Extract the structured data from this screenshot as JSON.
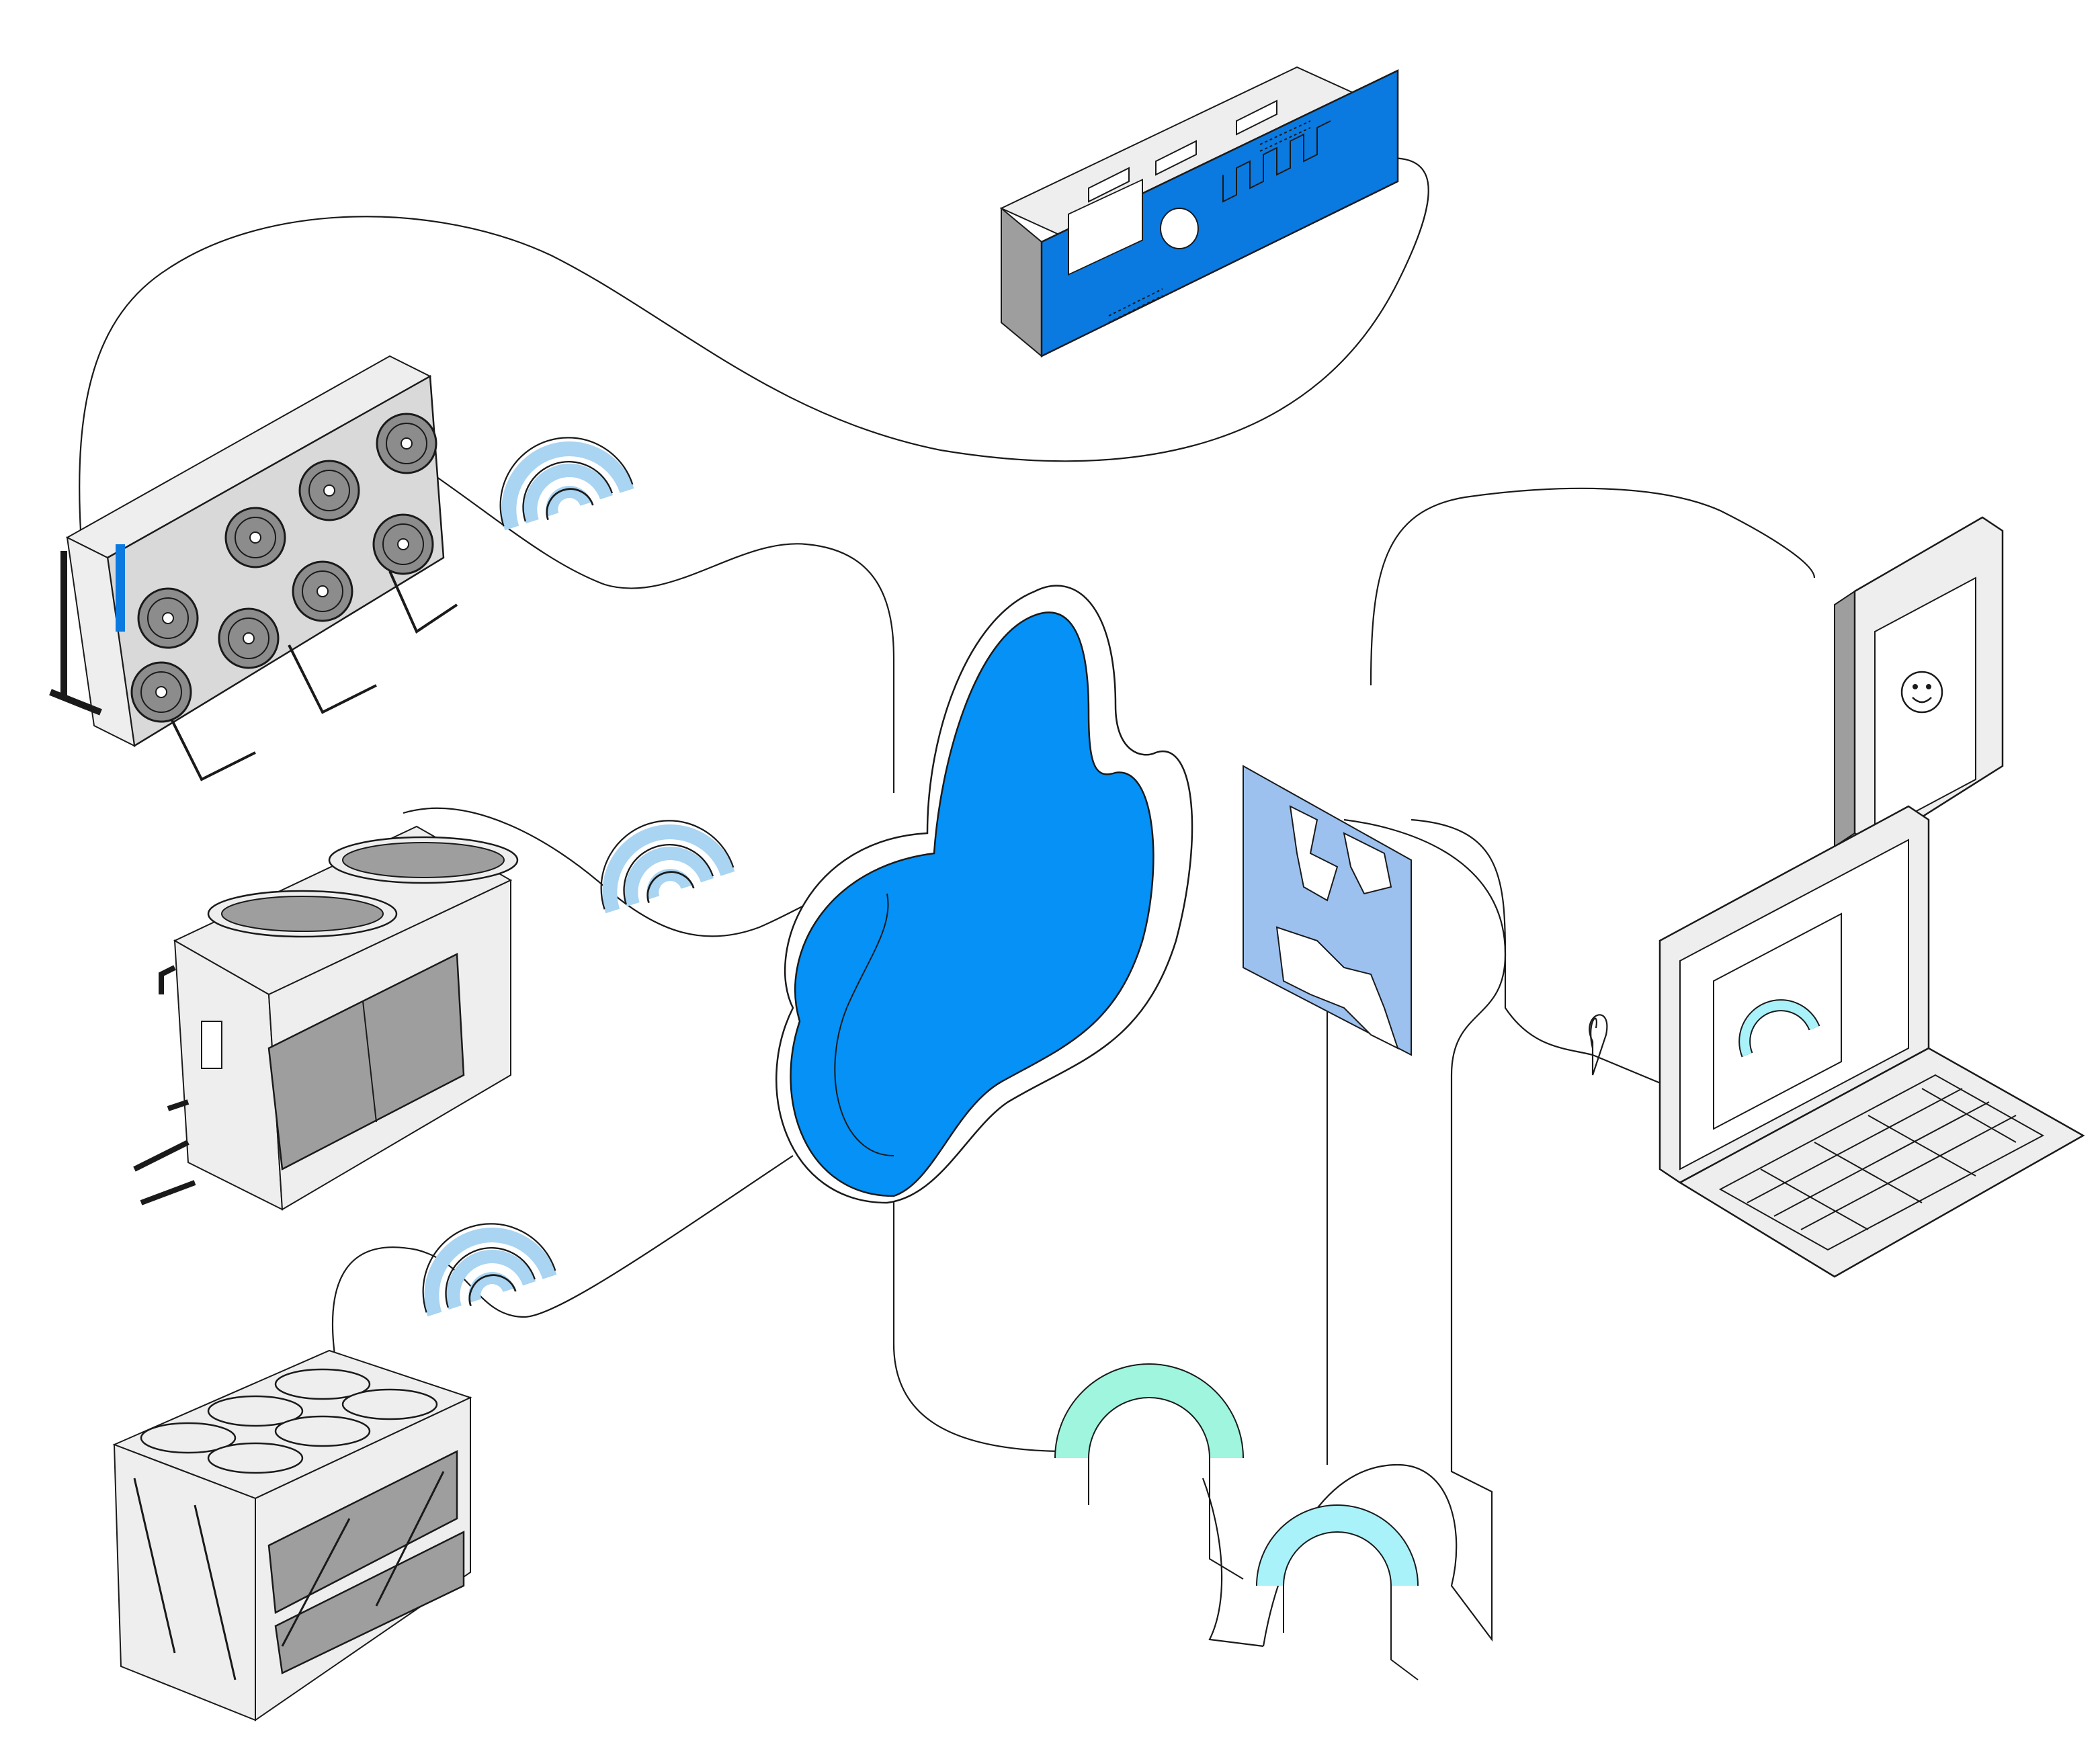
{
  "colors": {
    "background": "#ffffff",
    "stroke": "#1a1a1a",
    "device_body": "#eeeeee",
    "device_shade": "#d9d9d9",
    "device_dark": "#9e9e9e",
    "fan_gray": "#8c8c8c",
    "controller_blue": "#0a7ae0",
    "cloud_blue": "#0591f5",
    "signal_blue": "#a9d4f2",
    "map_blue": "#9cc1ef",
    "arch_mint": "#9ff5dd",
    "arch_aqua": "#a9f2fa"
  },
  "icons": {
    "cloud": "cloud-icon",
    "signal": "wifi-signal-icon",
    "controller": "controller-board-icon",
    "map": "europe-map-icon",
    "tablet": "tablet-icon",
    "laptop": "laptop-icon",
    "gauge": "gauge-arc-icon",
    "smiley": "smiley-face-icon"
  },
  "devices": [
    {
      "name": "controller",
      "label": ""
    },
    {
      "name": "fan-condenser",
      "label": ""
    },
    {
      "name": "dry-cooler",
      "label": ""
    },
    {
      "name": "chiller",
      "label": ""
    },
    {
      "name": "tablet",
      "label": ""
    },
    {
      "name": "laptop",
      "label": ""
    }
  ]
}
